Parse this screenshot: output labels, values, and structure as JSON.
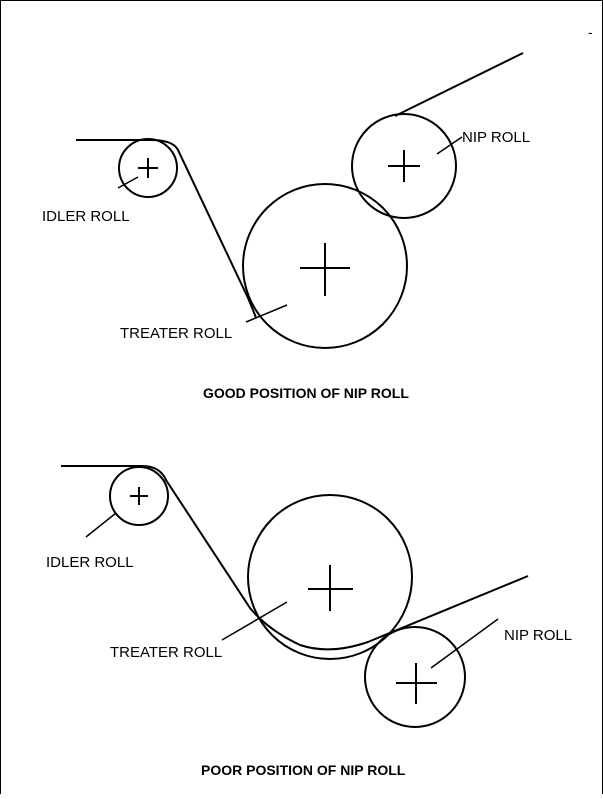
{
  "diagrams": {
    "good": {
      "caption": "GOOD POSITION OF NIP ROLL",
      "labels": {
        "idler": "IDLER ROLL",
        "treater": "TREATER ROLL",
        "nip": "NIP ROLL"
      }
    },
    "poor": {
      "caption": "POOR POSITION OF NIP ROLL",
      "labels": {
        "idler": "IDLER ROLL",
        "treater": "TREATER ROLL",
        "nip": "NIP ROLL"
      }
    }
  },
  "corner_mark": "-",
  "colors": {
    "line": "#000000",
    "background": "#ffffff"
  }
}
